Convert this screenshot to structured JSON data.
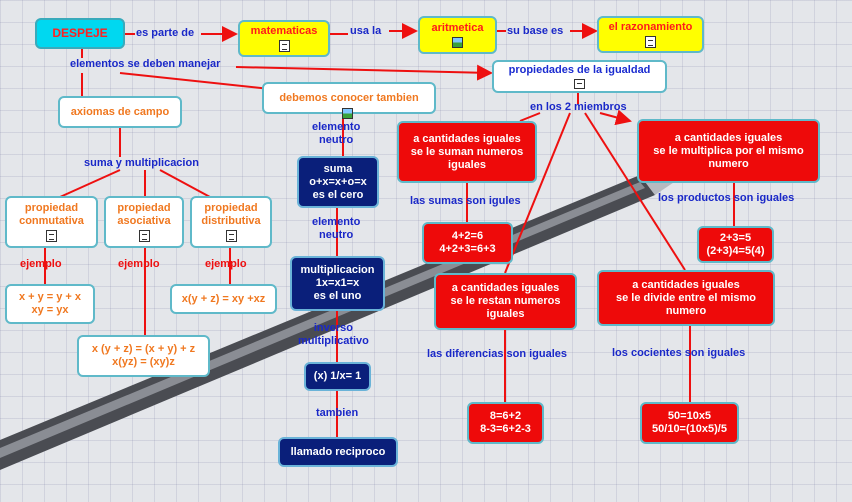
{
  "nodes": {
    "despeje": "DESPEJE",
    "matematicas": "matematicas",
    "aritmetica": "aritmetica",
    "razonamiento": "el razonamiento",
    "propiedades": "propiedades de la igualdad",
    "debemos": "debemos conocer tambien",
    "axiomas": "axiomas de campo",
    "conmutativa_1": "propiedad",
    "conmutativa_2": "conmutativa",
    "asociativa_1": "propiedad",
    "asociativa_2": "asociativa",
    "distributiva_1": "propiedad",
    "distributiva_2": "distributiva",
    "conm_ex_1": "x + y = y + x",
    "conm_ex_2": "xy = yx",
    "asoc_ex_1": "x (y + z) = (x + y) + z",
    "asoc_ex_2": "x(yz) = (xy)z",
    "dist_ex": "x(y + z) = xy +xz",
    "suma_1": "suma",
    "suma_2": "o+x=x+o=x",
    "suma_3": "es el cero",
    "mult_1": "multiplicacion",
    "mult_2": "1x=x1=x",
    "mult_3": "es el uno",
    "inverso": "(x) 1/x= 1",
    "reciproco": "llamado reciproco",
    "sum_iguales_1": "a cantidades iguales",
    "sum_iguales_2": "se le suman numeros",
    "sum_iguales_3": "iguales",
    "mul_iguales_1": "a cantidades iguales",
    "mul_iguales_2": "se le multiplica por el mismo",
    "mul_iguales_3": "numero",
    "res_iguales_1": "a cantidades iguales",
    "res_iguales_2": "se le restan numeros",
    "res_iguales_3": "iguales",
    "div_iguales_1": "a cantidades iguales",
    "div_iguales_2": "se le divide entre el mismo",
    "div_iguales_3": "numero",
    "sum_ex_1": "4+2=6",
    "sum_ex_2": "4+2+3=6+3",
    "mul_ex_1": "2+3=5",
    "mul_ex_2": "(2+3)4=5(4)",
    "res_ex_1": "8=6+2",
    "res_ex_2": "8-3=6+2-3",
    "div_ex_1": "50=10x5",
    "div_ex_2": "50/10=(10x5)/5"
  },
  "links": {
    "es_parte_de": "es parte de",
    "usa_la": "usa la",
    "su_base_es": "su base es",
    "elementos": "elementos se deben manejar",
    "en_los_2": "en los 2 miembros",
    "elemento_neutro_1a": "elemento",
    "elemento_neutro_1b": "neutro",
    "elemento_neutro_2a": "elemento",
    "elemento_neutro_2b": "neutro",
    "inverso_a": "inverso",
    "inverso_b": "multiplicativo",
    "tambien": "tambien",
    "suma_mult": "suma y multiplicacion",
    "ejemplo_1": "ejemplo",
    "ejemplo_2": "ejemplo",
    "ejemplo_3": "ejemplo",
    "sumas": "las sumas son igules",
    "productos": "los productos son iguales",
    "diferencias": "las diferencias son iguales",
    "cocientes": "los cocientes son iguales"
  },
  "colors": {
    "link_text": "#1a28c8",
    "link_line": "#ee1010",
    "red_node": "#ee0a0a",
    "navy_node": "#0a1f7a",
    "yellow_node": "#ffff00",
    "cyan_node": "#00d8f0",
    "node_border": "#5fb9c9"
  }
}
